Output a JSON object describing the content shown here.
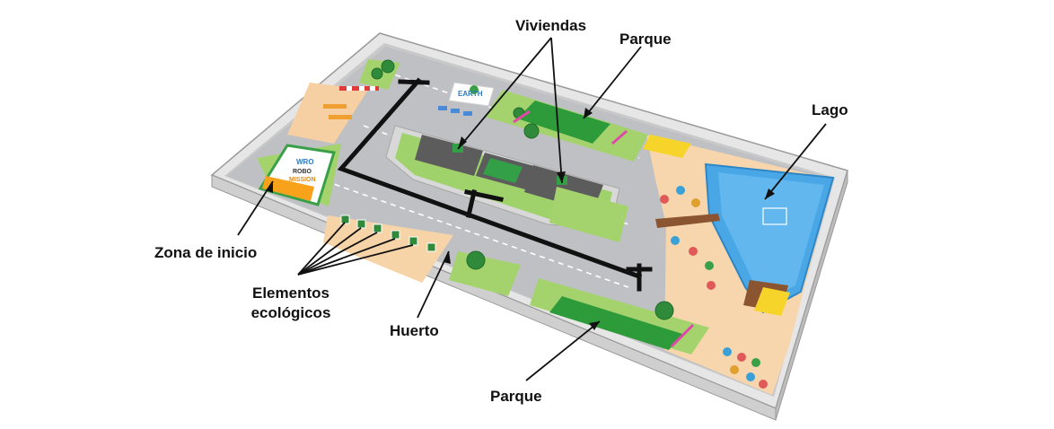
{
  "labels": {
    "viviendas": "Viviendas",
    "parque_top": "Parque",
    "lago": "Lago",
    "zona_inicio": "Zona de inicio",
    "elementos_line1": "Elementos",
    "elementos_line2": "ecológicos",
    "huerto": "Huerto",
    "parque_bottom": "Parque"
  },
  "board_text": {
    "earth_logo": "EARTH",
    "start_sign_brand": "WRO",
    "start_sign_line1": "ROBO",
    "start_sign_line2": "MISSION"
  }
}
